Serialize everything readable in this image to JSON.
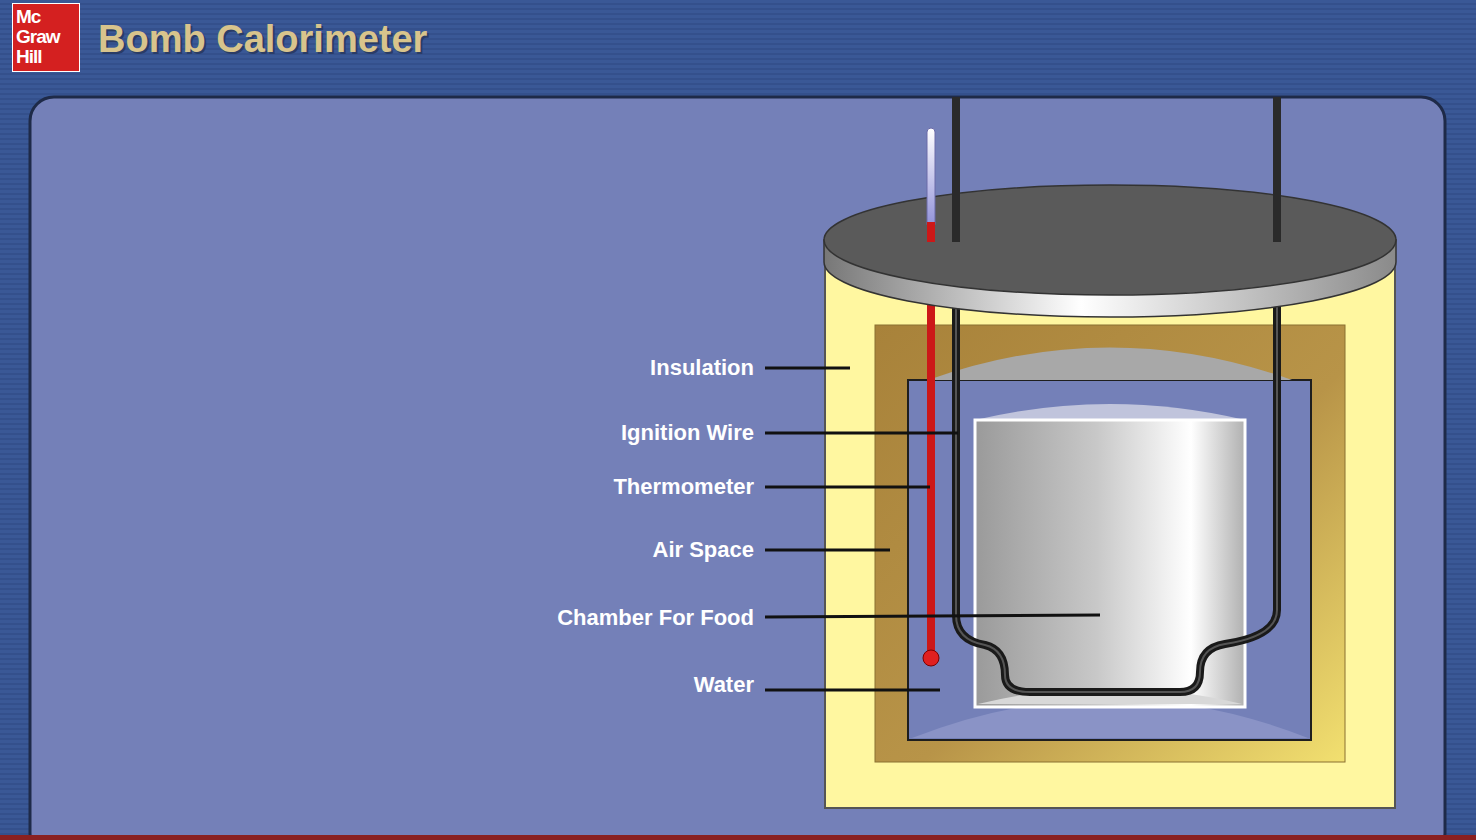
{
  "diagram": {
    "title": "Bomb Calorimeter",
    "nodes": [
      {
        "text": [
          "Mc Graw Hill"
        ]
      }
    ],
    "labels": [
      "Insulation",
      "Ignition Wire",
      "Thermometer",
      "Air Space",
      "Chamber For Food",
      "Water"
    ]
  }
}
